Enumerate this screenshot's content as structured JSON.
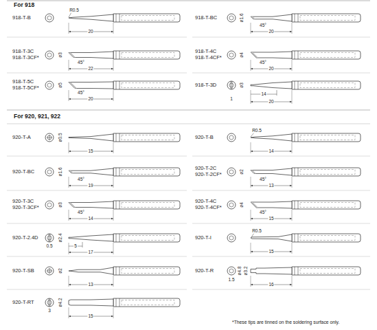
{
  "diagram": {
    "labels": [
      "For 918",
      "918-T-B",
      "R0.5",
      "20",
      "918-T-BC",
      "ø1.6",
      "45°",
      "20",
      "918-T-3C",
      "918-T-3CF*",
      "ø3",
      "45°",
      "22",
      "918-T-4C",
      "918-T-4CF*",
      "ø4",
      "45°",
      "20",
      "918-T-5C",
      "918-T-5CF*",
      "ø5",
      "45°",
      "20",
      "918-T-3D",
      "ø3",
      "14",
      "20",
      "1",
      "For 920, 921, 922",
      "920-T-A",
      "ø0.5",
      "15",
      "920-T-B",
      "R0.5",
      "14",
      "920-T-BC",
      "ø1.6",
      "45°",
      "19",
      "920-T-2C",
      "920-T-2CF*",
      "ø2",
      "45°",
      "13",
      "920-T-3C",
      "920-T-3CF*",
      "ø3",
      "45°",
      "14",
      "920-T-4C",
      "920-T-4CF*",
      "ø4",
      "45°",
      "15",
      "920-T-2.4D",
      "ø2.4",
      "0.5",
      "5",
      "17",
      "920-T-I",
      "R0.5",
      "15",
      "920-T-SB",
      "ø2",
      "13",
      "920-T-R",
      "ø4.8",
      "ø3.2",
      "1.5",
      "16",
      "920-T-RT",
      "ø4.2",
      "3",
      "15",
      "*These tips are tinned on the soldering surface only."
    ]
  }
}
